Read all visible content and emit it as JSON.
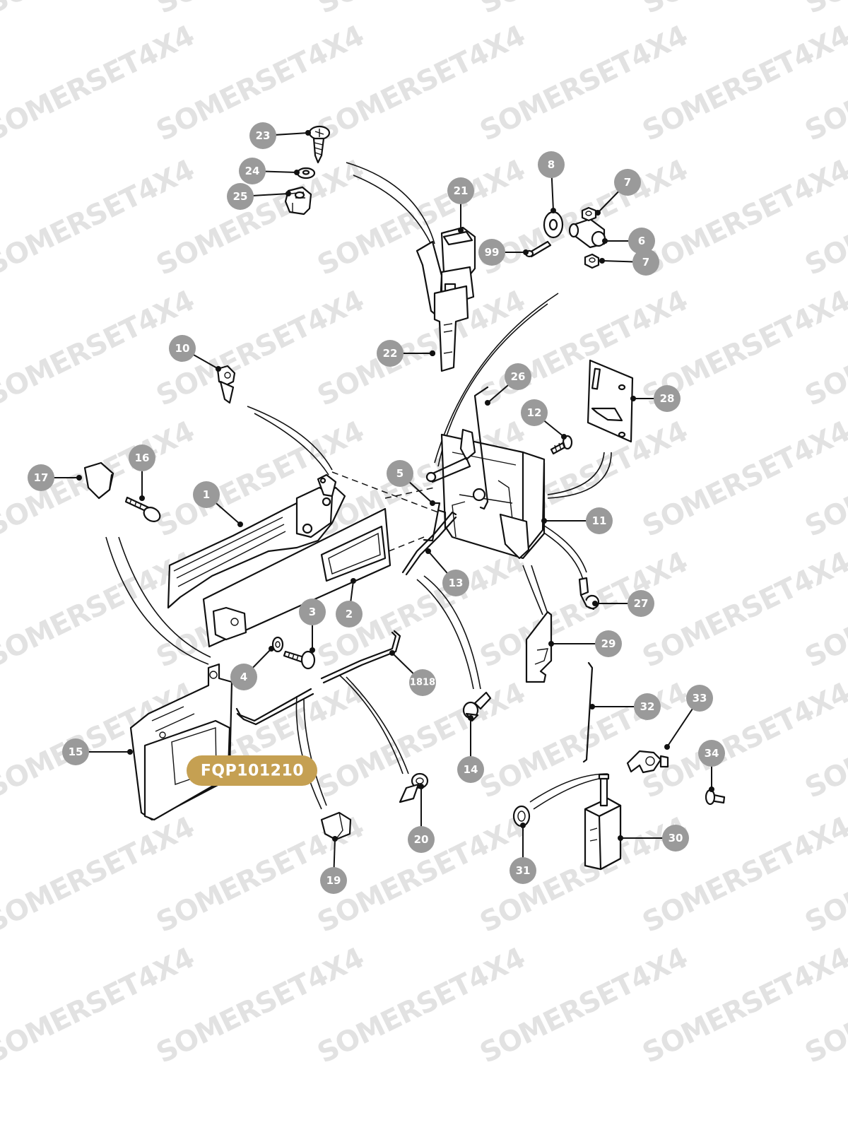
{
  "watermark": {
    "text": "SOMERSET4X4"
  },
  "diagram": {
    "reference_code": "FQP101210",
    "callouts": [
      "1",
      "2",
      "3",
      "4",
      "5",
      "6",
      "7",
      "7",
      "8",
      "10",
      "11",
      "12",
      "13",
      "14",
      "15",
      "16",
      "17",
      "1818",
      "19",
      "20",
      "21",
      "22",
      "23",
      "24",
      "25",
      "26",
      "27",
      "28",
      "29",
      "30",
      "31",
      "32",
      "33",
      "34",
      "99"
    ]
  },
  "colors": {
    "badge": "#9a9a9a",
    "reference_pill": "#c5a052",
    "watermark": "#e2e2e2"
  }
}
